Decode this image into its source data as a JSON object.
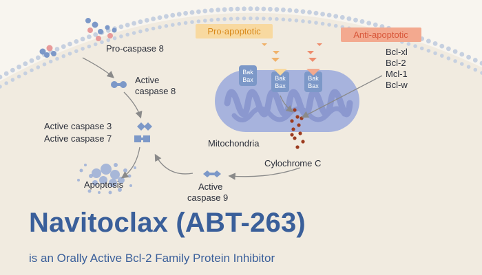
{
  "labels": {
    "pro_caspase_8": "Pro-caspase 8",
    "active_caspase_8_line1": "Active",
    "active_caspase_8_line2": "caspase 8",
    "active_caspase_3": "Active caspase 3",
    "active_caspase_7": "Active caspase 7",
    "apoptosis": "Apoptosis",
    "active_caspase_9_line1": "Active",
    "active_caspase_9_line2": "caspase 9",
    "cytochrome_c": "Cylochrome C",
    "mitochondria": "Mitochondria"
  },
  "pro_apoptotic": {
    "label": "Pro-apoptotic",
    "proteins": [
      {
        "line1": "Bak",
        "line2": "Bax"
      },
      {
        "line1": "Bak",
        "line2": "Bax"
      },
      {
        "line1": "Bak",
        "line2": "Bax"
      }
    ]
  },
  "anti_apoptotic": {
    "label": "Anti-apoptotic",
    "proteins": [
      "Bcl-xl",
      "Bcl-2",
      "Mcl-1",
      "Bcl-w"
    ]
  },
  "title": "Navitoclax (ABT-263)",
  "subtitle": "is an Orally Active Bcl-2 Family Protein Inhibitor",
  "colors": {
    "cell_fill": "#f1ebe0",
    "background": "#f8f5ef",
    "membrane_dots": "#c6d0e0",
    "protein_blue": "#7c98c8",
    "mito_fill": "#a7b3dd",
    "mito_cristae": "#8b98cf",
    "cytochrome": "#9c3b1f",
    "pro_label_bg": "#f8d9a0",
    "pro_label_text": "#d9891a",
    "anti_label_bg": "#f3a98f",
    "anti_label_text": "#d8573a",
    "arrow": "#8a8a8a",
    "title": "#3a5f9a"
  }
}
